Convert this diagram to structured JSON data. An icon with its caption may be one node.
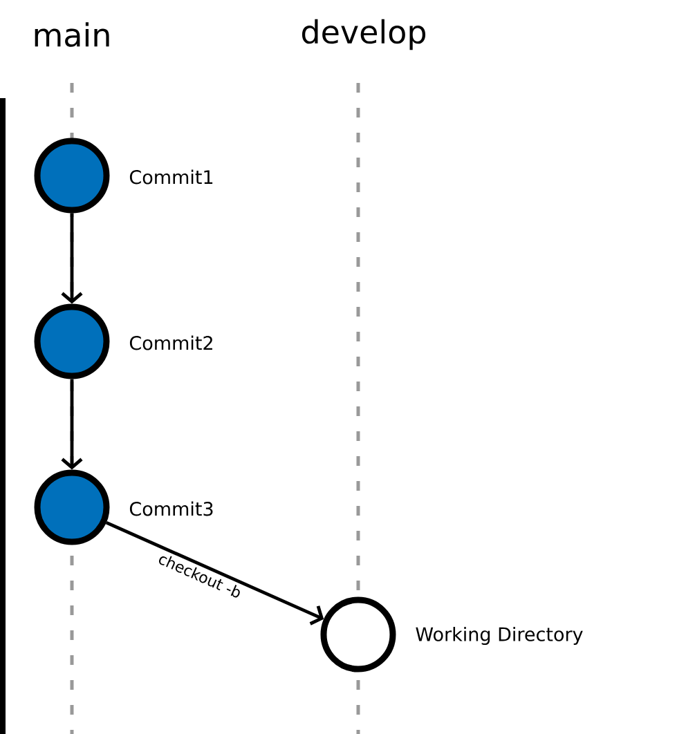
{
  "diagram": {
    "nodes": [
      {
        "text": [],
        "shape": "circle",
        "beside": [
          "Commit1"
        ]
      },
      {
        "text": [],
        "shape": "circle",
        "beside": [
          "Commit2"
        ]
      },
      {
        "text": [],
        "shape": "circle",
        "beside": [
          "Commit3"
        ]
      },
      {
        "text": [],
        "shape": "circle",
        "beside": [
          "Working Directory"
        ]
      }
    ],
    "edges": [
      {
        "from": 0,
        "to": 1,
        "arrow": "to"
      },
      {
        "from": 1,
        "to": 2,
        "arrow": "to"
      },
      {
        "from": 2,
        "to": 3,
        "arrow": "to",
        "label": "checkout -b"
      }
    ],
    "labels": [
      "main",
      "develop"
    ]
  }
}
